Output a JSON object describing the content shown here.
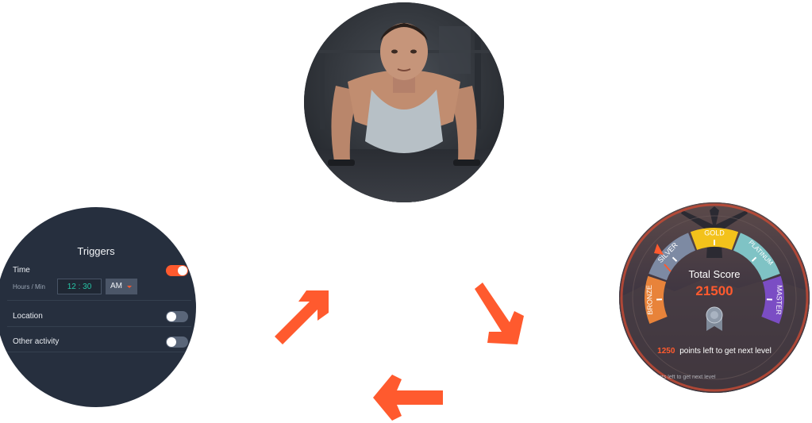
{
  "triggers": {
    "title": "Triggers",
    "time_label": "Time",
    "time_sub": "Hours / Min",
    "time_value": "12 : 30",
    "ampm_value": "AM",
    "location_label": "Location",
    "other_label": "Other activity",
    "toggles": {
      "time": true,
      "location": false,
      "other": false
    }
  },
  "score": {
    "levels": [
      "BRONZE",
      "SILVER",
      "GOLD",
      "PLATINUM",
      "MASTER"
    ],
    "level_colors": [
      "#e8833a",
      "#7d8aa3",
      "#f3c21b",
      "#7fc3c5",
      "#7b4dc4"
    ],
    "total_label": "Total Score",
    "total_value": "21500",
    "points_left": "1250",
    "points_text": "points left to get next level",
    "ghost_text": "nts left to get next level"
  },
  "colors": {
    "accent": "#ff5a2e",
    "watch_bg": "#262f3e"
  }
}
